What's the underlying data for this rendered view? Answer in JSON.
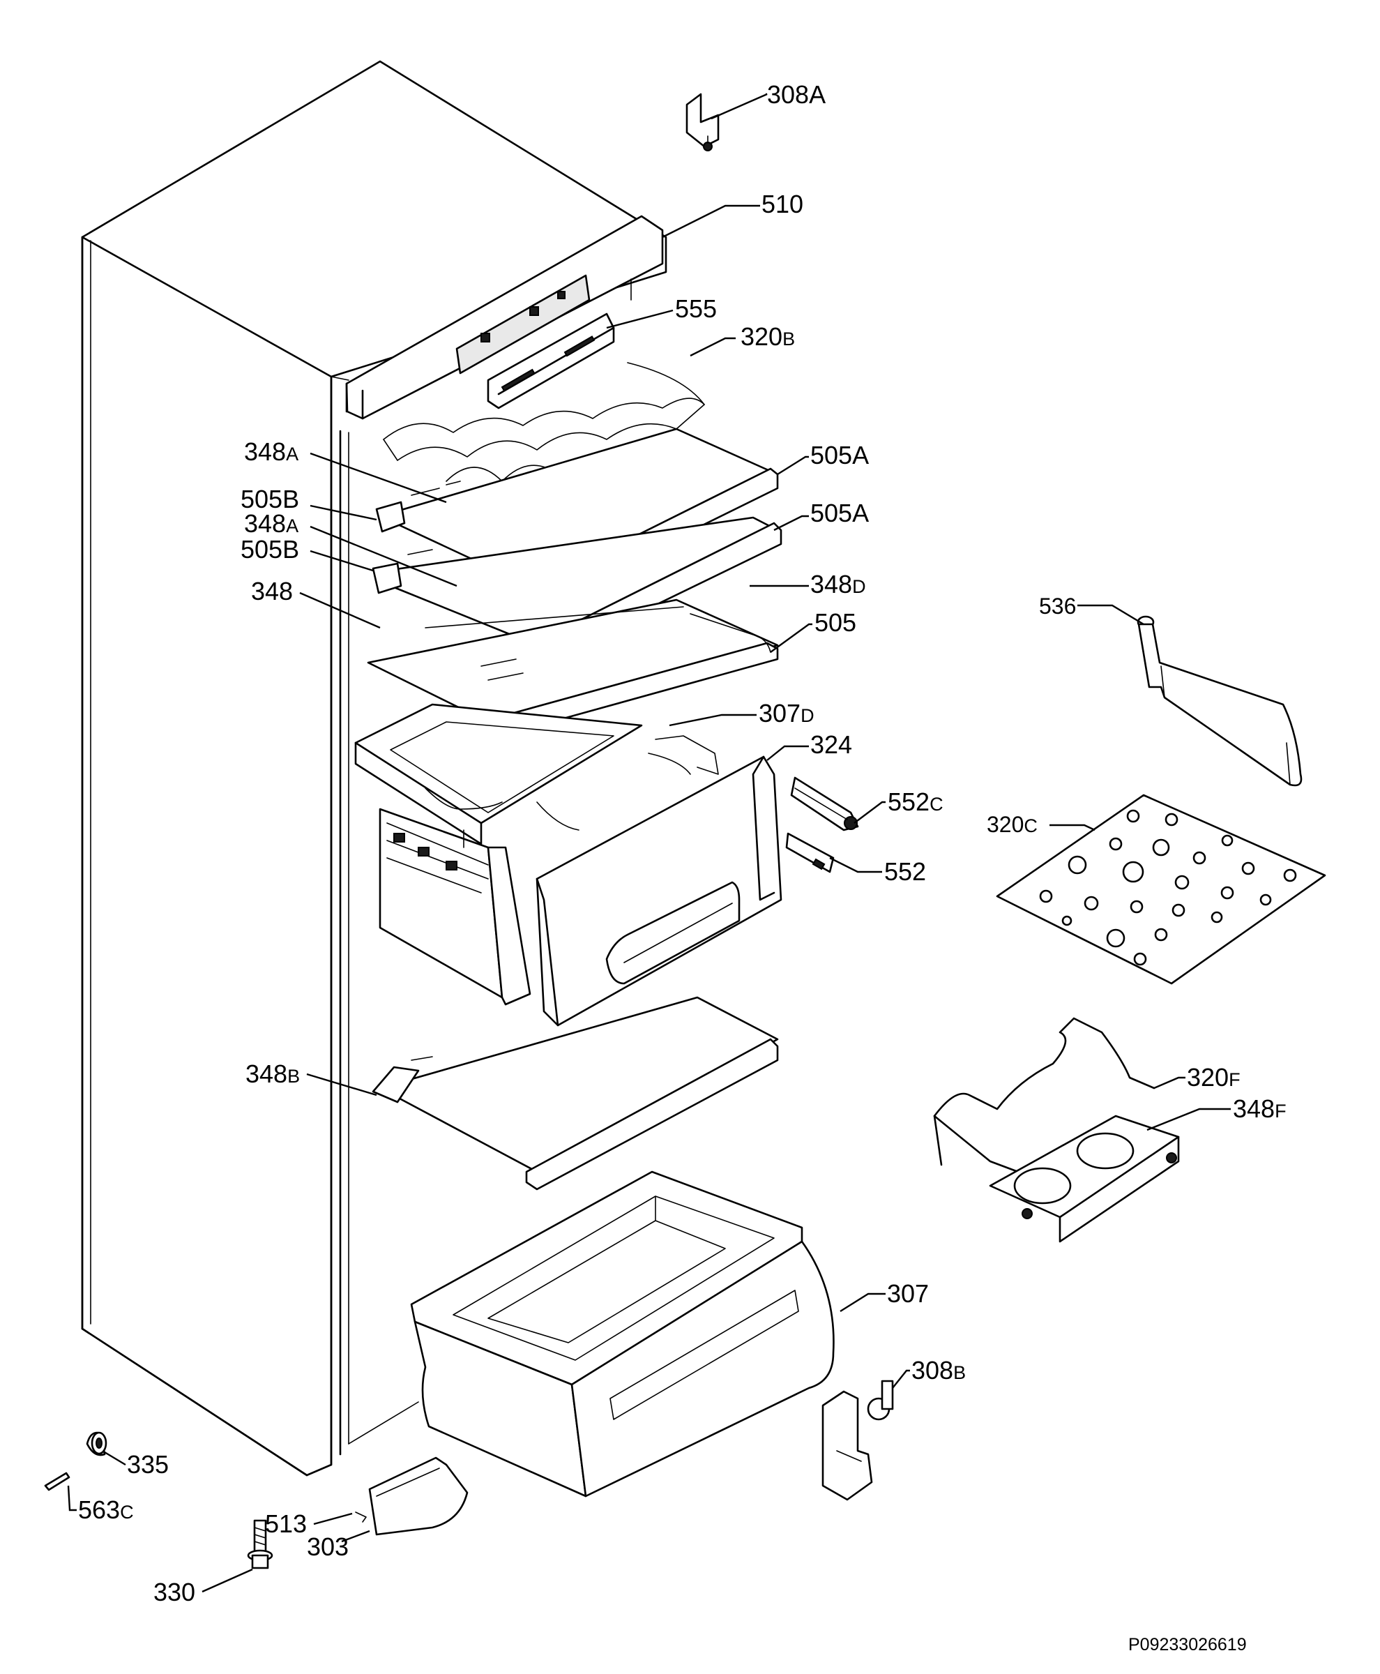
{
  "labels": {
    "l308A": {
      "num": "308A",
      "sub": ""
    },
    "l510": {
      "num": "510",
      "sub": ""
    },
    "l555": {
      "num": "555",
      "sub": ""
    },
    "l320B": {
      "num": "320",
      "sub": "B"
    },
    "l348A_1": {
      "num": "348",
      "sub": "A"
    },
    "l505A_1": {
      "num": "505A",
      "sub": ""
    },
    "l505B_1": {
      "num": "505B",
      "sub": ""
    },
    "l348A_2": {
      "num": "348",
      "sub": "A"
    },
    "l505A_2": {
      "num": "505A",
      "sub": ""
    },
    "l505B_2": {
      "num": "505B",
      "sub": ""
    },
    "l348D": {
      "num": "348",
      "sub": "D"
    },
    "l348": {
      "num": "348",
      "sub": ""
    },
    "l505": {
      "num": "505",
      "sub": ""
    },
    "l536": {
      "num": "536",
      "sub": ""
    },
    "l307D": {
      "num": "307",
      "sub": "D"
    },
    "l324": {
      "num": "324",
      "sub": ""
    },
    "l552C": {
      "num": "552",
      "sub": "C"
    },
    "l320C": {
      "num": "320",
      "sub": "C"
    },
    "l552": {
      "num": "552",
      "sub": ""
    },
    "l348B": {
      "num": "348",
      "sub": "B"
    },
    "l320F": {
      "num": "320",
      "sub": "F"
    },
    "l348F": {
      "num": "348",
      "sub": "F"
    },
    "l307": {
      "num": "307",
      "sub": ""
    },
    "l308B": {
      "num": "308",
      "sub": "B"
    },
    "l335": {
      "num": "335",
      "sub": ""
    },
    "l563C": {
      "num": "563",
      "sub": "C"
    },
    "l513": {
      "num": "513",
      "sub": ""
    },
    "l303": {
      "num": "303",
      "sub": ""
    },
    "l330": {
      "num": "330",
      "sub": ""
    }
  },
  "drawing_code": "P09233026619"
}
